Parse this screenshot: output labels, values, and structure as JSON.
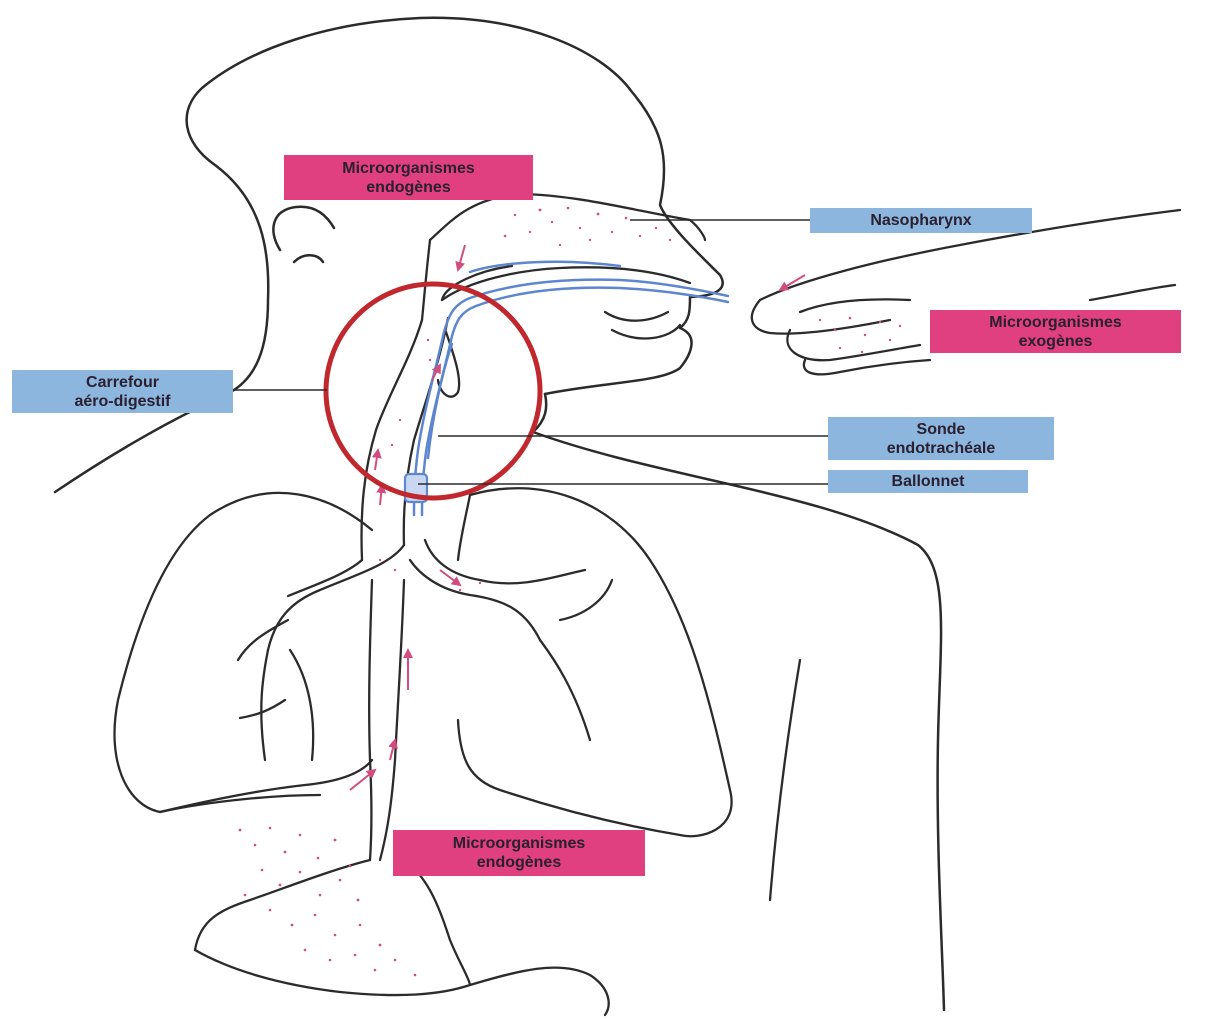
{
  "diagram": {
    "labels": {
      "microorganismes_endogenes_top": [
        "Microorganismes",
        "endogènes"
      ],
      "nasopharynx": "Nasopharynx",
      "microorganismes_exogenes": [
        "Microorganismes",
        "exogènes"
      ],
      "carrefour_aero_digestif": [
        "Carrefour",
        "aéro-digestif"
      ],
      "sonde_endotracheale": [
        "Sonde",
        "endotrachéale"
      ],
      "ballonnet": "Ballonnet",
      "microorganismes_endogenes_bottom": [
        "Microorganismes",
        "endogènes"
      ]
    },
    "colors": {
      "outline": "#2b2b2b",
      "pink_label": "#e0407f",
      "blue_label": "#8db6de",
      "circle": "#c0282e",
      "tube": "#5d86cf",
      "microbe_dots": "#d24d7f"
    },
    "icons": [
      "flow-arrow-icon",
      "highlight-circle-icon"
    ]
  }
}
